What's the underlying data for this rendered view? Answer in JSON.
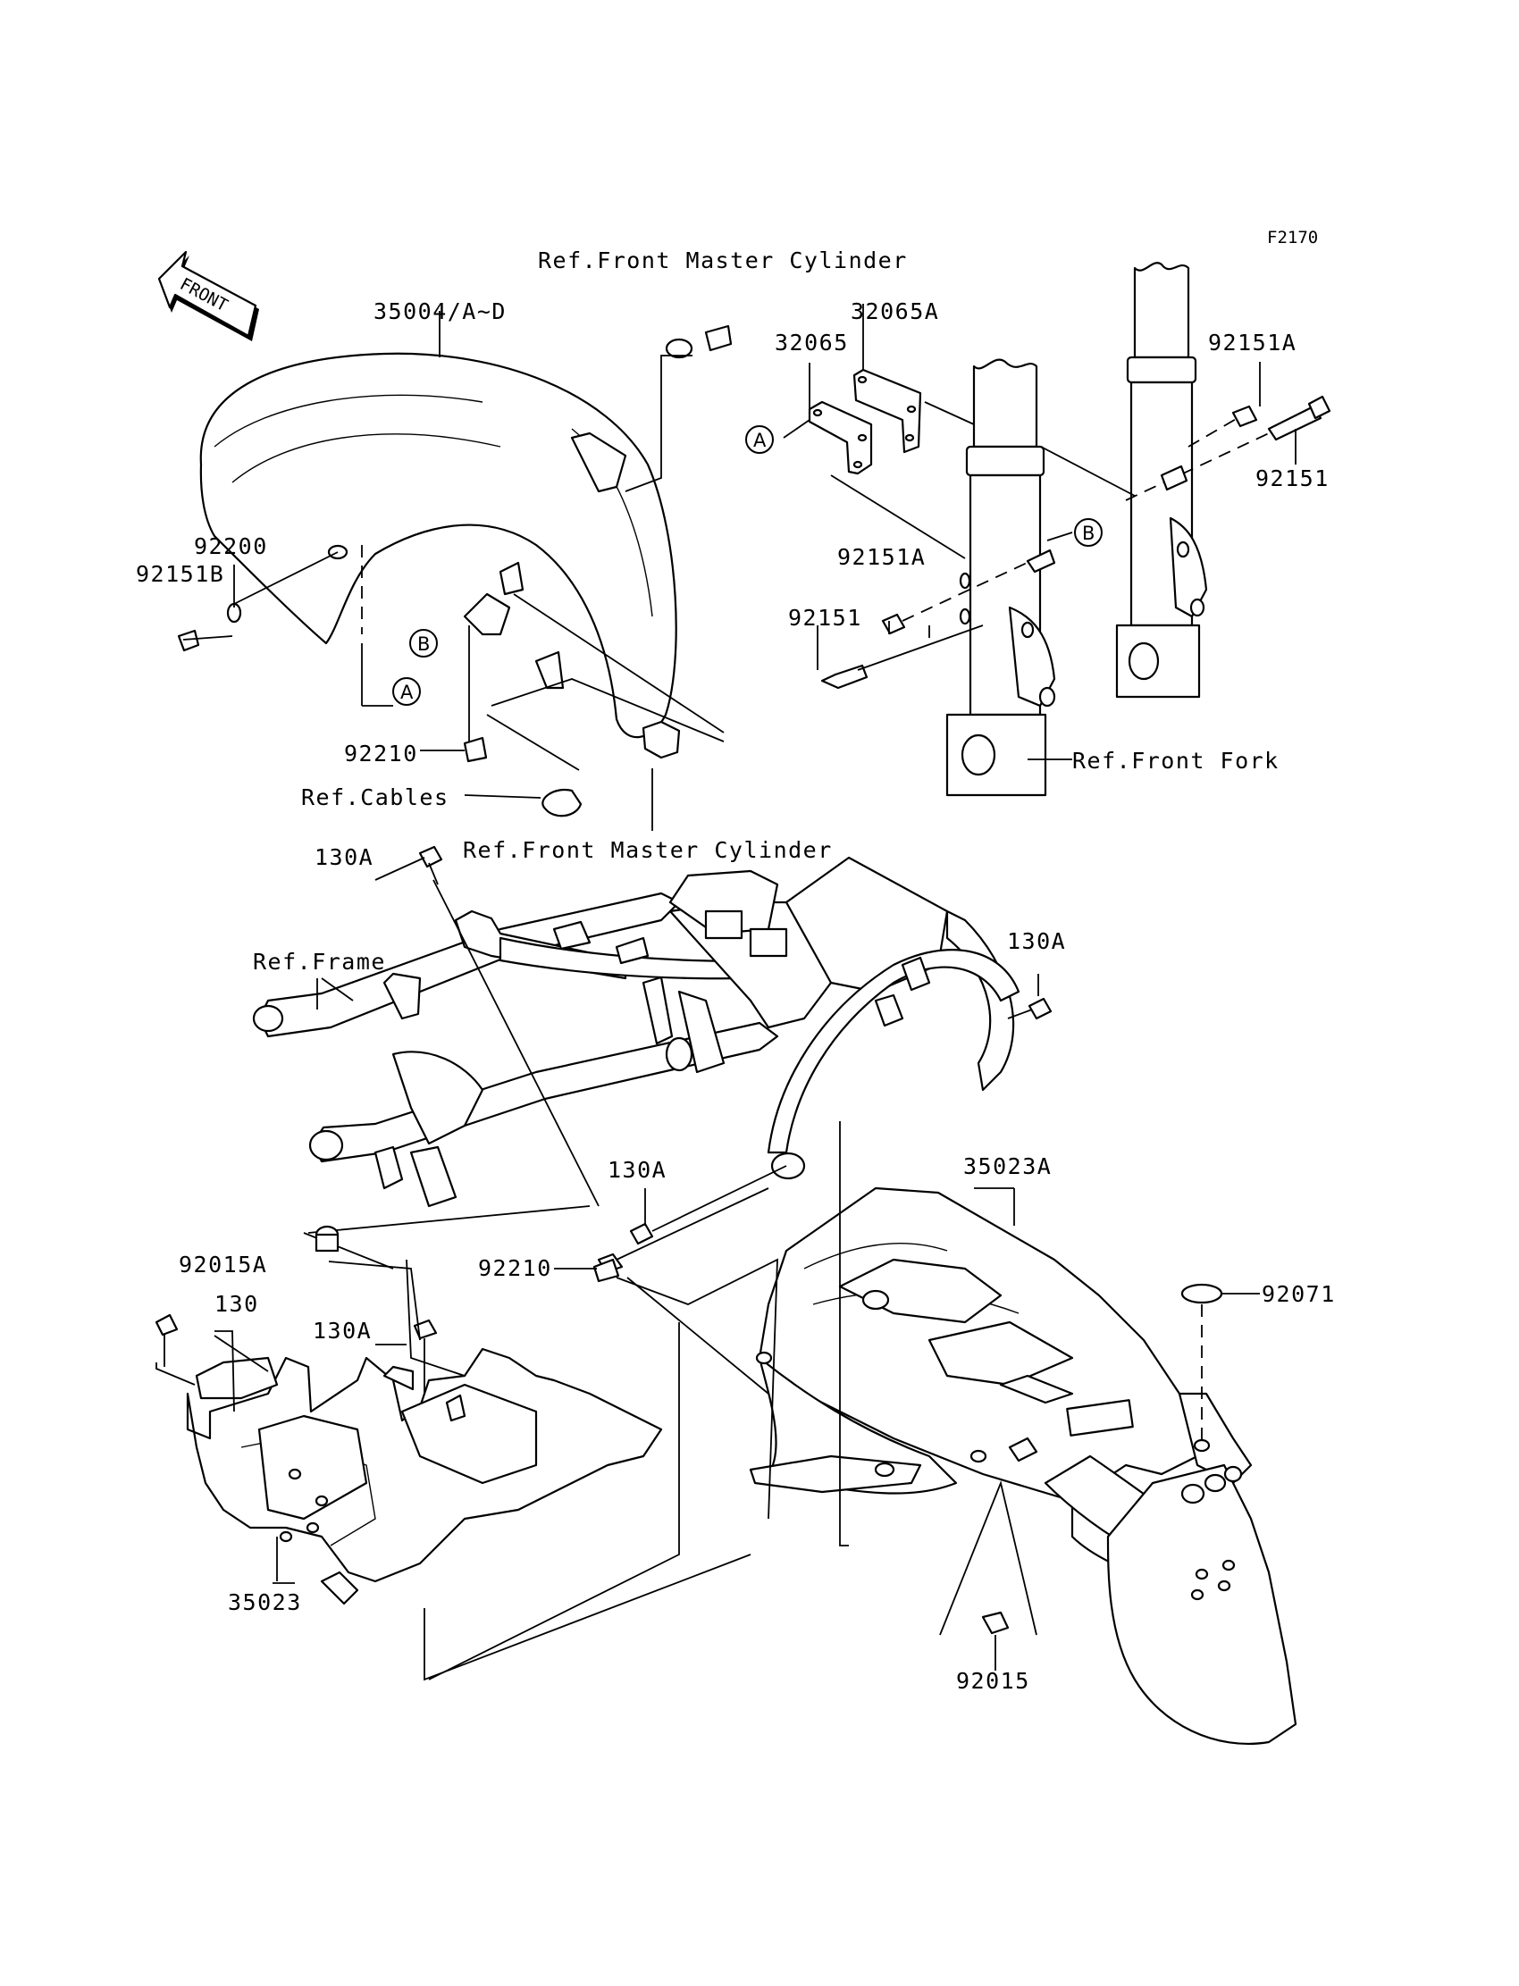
{
  "figure_code": "F2170",
  "front_arrow": "FRONT",
  "labels": {
    "ref_front_master_cylinder_top": "Ref.Front Master Cylinder",
    "p35004": "35004/A~D",
    "p32065A": "32065A",
    "p32065": "32065",
    "p92151A_right": "92151A",
    "p92151_right": "92151",
    "p92200": "92200",
    "p92151B": "92151B",
    "p92151A_mid": "92151A",
    "p92151_mid": "92151",
    "p92210_top": "92210",
    "ref_cables": "Ref.Cables",
    "ref_front_fork": "Ref.Front Fork",
    "ref_front_master_cylinder_bottom": "Ref.Front Master Cylinder",
    "p130A_top": "130A",
    "ref_frame": "Ref.Frame",
    "p130A_right": "130A",
    "p130A_mid": "130A",
    "p35023A": "35023A",
    "p92015A": "92015A",
    "p92210_bottom": "92210",
    "p92071": "92071",
    "p130": "130",
    "p130A_left": "130A",
    "p35023": "35023",
    "p92015": "92015"
  },
  "callouts": {
    "a_left": "A",
    "b_left": "B",
    "a_right": "A",
    "b_right": "B"
  }
}
